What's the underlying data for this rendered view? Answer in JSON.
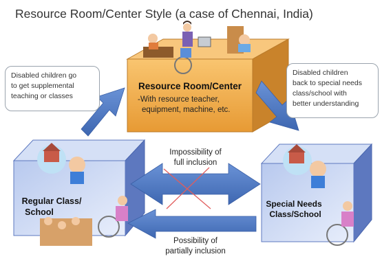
{
  "title": "Resource Room/Center Style (a case of Chennai, India)",
  "resource_room": {
    "heading": "Resource Room/Center",
    "desc_line1": "-With resource teacher,",
    "desc_line2": "equipment, machine, etc."
  },
  "regular_class": {
    "line1": "Regular Class/",
    "line2": "School"
  },
  "special_class": {
    "line1": "Special Needs",
    "line2": "Class/School"
  },
  "callout_left": {
    "line1": "Disabled children go",
    "line2": "to get supplemental",
    "line3": "teaching or classes"
  },
  "callout_right": {
    "line1": "Disabled children",
    "line2": "back to special needs",
    "line3": "class/school with",
    "line4": "better understanding"
  },
  "impossibility": {
    "line1": "Impossibility of",
    "line2": "full inclusion"
  },
  "possibility": {
    "line1": "Possibility of",
    "line2": "partially inclusion"
  },
  "colors": {
    "box_orange": "#f4b24f",
    "box_orange_dark": "#c9832b",
    "box_blue": "#c9d6f1",
    "box_blue_dark": "#5d78bf",
    "arrow_blue": "#4e79c2",
    "cross_red": "#e15d5d"
  }
}
